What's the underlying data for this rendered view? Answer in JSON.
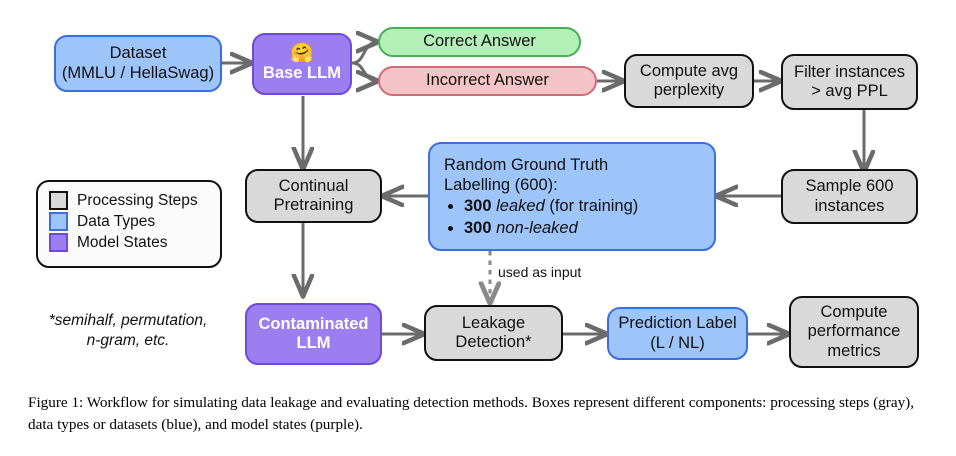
{
  "figure": {
    "caption": "Figure 1: Workflow for simulating data leakage and evaluating detection methods.  Boxes represent different components: processing steps (gray), data types or datasets (blue), and model states (purple)."
  },
  "colors": {
    "gray_fill": "#d9d9d9",
    "gray_border": "#111111",
    "blue_fill": "#9ec5fa",
    "blue_border": "#3b6fe0",
    "purple_fill": "#9b7ef0",
    "purple_border": "#6f49d8",
    "green_fill": "#b3f0b8",
    "green_border": "#45b054",
    "red_fill": "#f5c4c8",
    "red_border": "#cd6d76",
    "arrow": "#6b6b6b",
    "background": "#ffffff"
  },
  "nodes": {
    "dataset": {
      "line1": "Dataset",
      "line2": "(MMLU / HellaSwag)",
      "type": "data"
    },
    "base_llm": {
      "emoji": "🤗",
      "emoji_name": "hugging-face-emoji",
      "label": "Base LLM",
      "type": "model"
    },
    "correct_answer": {
      "label": "Correct Answer",
      "type": "correct"
    },
    "incorrect_answer": {
      "label": "Incorrect Answer",
      "type": "incorrect"
    },
    "compute_perplexity": {
      "line1": "Compute avg",
      "line2": "perplexity",
      "type": "process"
    },
    "filter_instances": {
      "line1": "Filter instances",
      "line2": "> avg PPL",
      "type": "process"
    },
    "sample_instances": {
      "line1": "Sample 600",
      "line2": "instances",
      "type": "process"
    },
    "labelling": {
      "title_line1": "Random Ground Truth",
      "title_line2": "Labelling (600):",
      "bullets": [
        {
          "count": "300",
          "emph": "leaked",
          "tail": " (for training)"
        },
        {
          "count": "300",
          "emph": "non-leaked",
          "tail": ""
        }
      ],
      "type": "data"
    },
    "continual_pretraining": {
      "line1": "Continual",
      "line2": "Pretraining",
      "type": "process"
    },
    "contaminated_llm": {
      "line1": "Contaminated",
      "line2": "LLM",
      "type": "model"
    },
    "leakage_detection": {
      "line1": "Leakage",
      "line2": "Detection*",
      "type": "process"
    },
    "prediction_label": {
      "line1": "Prediction Label",
      "line2": "(L / NL)",
      "type": "data"
    },
    "compute_metrics": {
      "line1": "Compute",
      "line2": "performance",
      "line3": "metrics",
      "type": "process"
    }
  },
  "edges": {
    "used_as_input_label": "used as input"
  },
  "legend": {
    "items": [
      {
        "swatch": "gray",
        "label": "Processing Steps"
      },
      {
        "swatch": "blue",
        "label": "Data Types"
      },
      {
        "swatch": "purple",
        "label": "Model States"
      }
    ]
  },
  "footnote": {
    "line1": "*semihalf, permutation,",
    "line2": "n-gram, etc."
  }
}
